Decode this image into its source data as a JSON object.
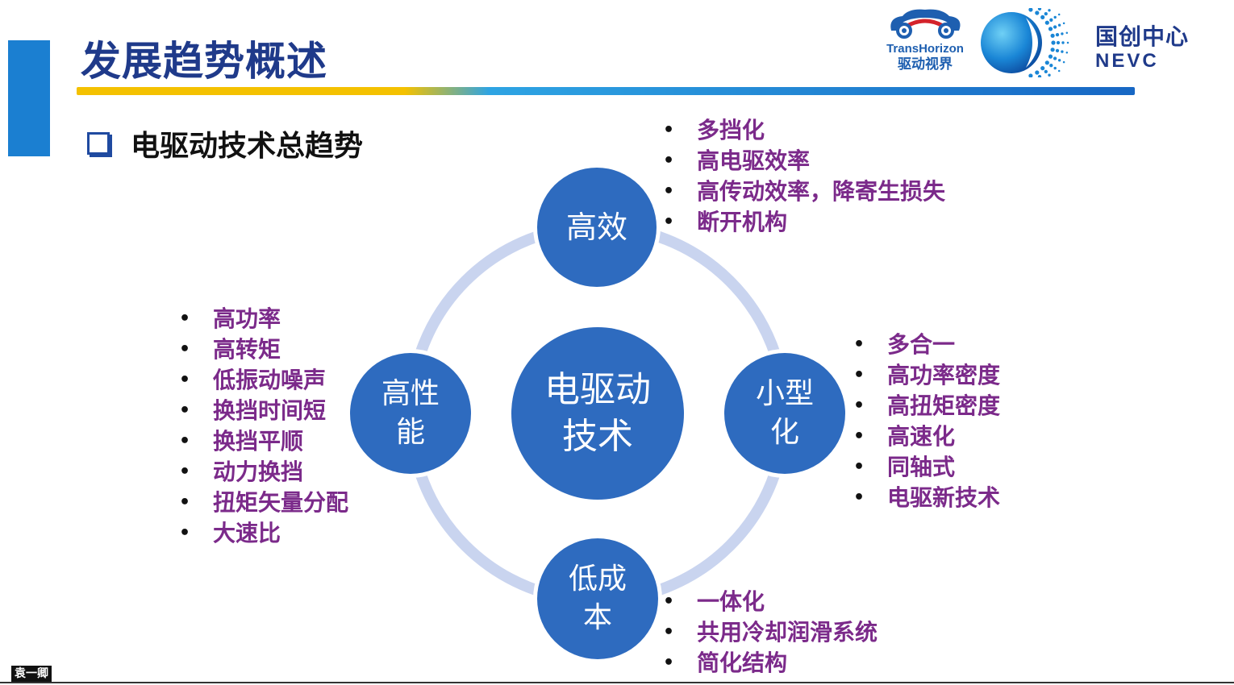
{
  "slide": {
    "title": "发展趋势概述",
    "section_heading": "电驱动技术总趋势"
  },
  "branding": {
    "left_logo_en": "TransHorizon",
    "left_logo_cn": "驱动视界",
    "right_logo_cn": "国创中心",
    "right_logo_en": "NEVC"
  },
  "diagram": {
    "center": "电驱动\n技术",
    "top": {
      "label": "高效",
      "items": [
        "多挡化",
        "高电驱效率",
        "高传动效率，降寄生损失",
        "断开机构"
      ]
    },
    "right": {
      "label": "小型\n化",
      "items": [
        "多合一",
        "高功率密度",
        "高扭矩密度",
        "高速化",
        "同轴式",
        "电驱新技术"
      ]
    },
    "left": {
      "label": "高性\n能",
      "items": [
        "高功率",
        "高转矩",
        "低振动噪声",
        "换挡时间短",
        "换挡平顺",
        "动力换挡",
        "扭矩矢量分配",
        "大速比"
      ]
    },
    "bottom": {
      "label": "低成\n本",
      "items": [
        "一体化",
        "共用冷却润滑系统",
        "简化结构"
      ]
    }
  },
  "presenter": "袁一卿",
  "colors": {
    "title": "#1f3a8a",
    "node": "#2e6bbf",
    "ring": "#c9d4ef",
    "bullet_text": "#7b2a8a",
    "accent": "#1b7fd1"
  }
}
